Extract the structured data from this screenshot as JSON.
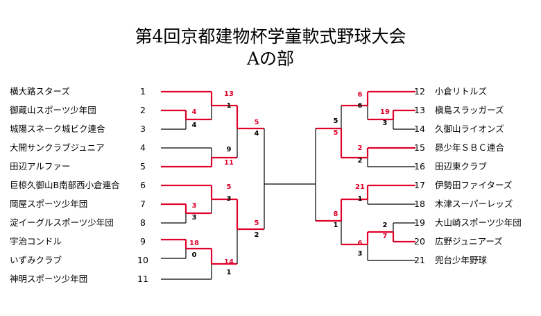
{
  "title": {
    "line1": "第4回京都建物杯学童軟式野球大会",
    "line2": "Aの部"
  },
  "teams": [
    {
      "seed": "1",
      "name": "横大路スターズ"
    },
    {
      "seed": "2",
      "name": "御蔵山スポーツ少年団"
    },
    {
      "seed": "3",
      "name": "城陽スネーク城ビク連合"
    },
    {
      "seed": "4",
      "name": "大開サンクラブジュニア"
    },
    {
      "seed": "5",
      "name": "田辺アルファー"
    },
    {
      "seed": "6",
      "name": "巨椋久御山B南部西小倉連合"
    },
    {
      "seed": "7",
      "name": "岡屋スポーツ少年団"
    },
    {
      "seed": "8",
      "name": "淀イーグルスポーツ少年団"
    },
    {
      "seed": "9",
      "name": "宇治コンドル"
    },
    {
      "seed": "10",
      "name": "いずみクラブ"
    },
    {
      "seed": "11",
      "name": "神明スポーツ少年団"
    },
    {
      "seed": "12",
      "name": "小倉リトルズ"
    },
    {
      "seed": "13",
      "name": "槇島スラッガーズ"
    },
    {
      "seed": "14",
      "name": "久御山ライオンズ"
    },
    {
      "seed": "15",
      "name": "昴少年ＳＢＣ連合"
    },
    {
      "seed": "16",
      "name": "田辺東クラブ"
    },
    {
      "seed": "17",
      "name": "伊勢田ファイターズ"
    },
    {
      "seed": "18",
      "name": "木津スーパーレッズ"
    },
    {
      "seed": "19",
      "name": "大山崎スポーツ少年団"
    },
    {
      "seed": "20",
      "name": "広野ジュニアーズ"
    },
    {
      "seed": "21",
      "name": "兜台少年野球"
    }
  ],
  "matches": [
    {
      "id": "L-2v3",
      "win_score": "4",
      "lose_score": "4"
    },
    {
      "id": "L-7v8",
      "win_score": "3",
      "lose_score": "3"
    },
    {
      "id": "L-9v10",
      "win_score": "18",
      "lose_score": "0"
    },
    {
      "id": "L-1vW",
      "win_score": "13",
      "lose_score": "1"
    },
    {
      "id": "L-4v5",
      "win_score": "11",
      "lose_score": "9"
    },
    {
      "id": "L-6vW",
      "win_score": "5",
      "lose_score": "3"
    },
    {
      "id": "L-Wv11",
      "win_score": "14",
      "lose_score": "1"
    },
    {
      "id": "L-SF1",
      "win_score": "5",
      "lose_score": "4"
    },
    {
      "id": "L-SF2",
      "win_score": "5",
      "lose_score": "2"
    },
    {
      "id": "R-13v14",
      "win_score": "19",
      "lose_score": "3"
    },
    {
      "id": "R-12vW",
      "win_score": "6",
      "lose_score": "6"
    },
    {
      "id": "R-15v16",
      "win_score": "2",
      "lose_score": "2"
    },
    {
      "id": "R-17v18",
      "win_score": "21",
      "lose_score": "1"
    },
    {
      "id": "R-19v20",
      "win_score": "7",
      "lose_score": "2"
    },
    {
      "id": "R-Wv21",
      "win_score": "6",
      "lose_score": "3"
    },
    {
      "id": "R-SF1",
      "win_score": "5",
      "lose_score": "5"
    },
    {
      "id": "R-SF2",
      "win_score": "8",
      "lose_score": "1"
    }
  ],
  "colors": {
    "winner_line": "#e0002a",
    "line": "#000000"
  }
}
